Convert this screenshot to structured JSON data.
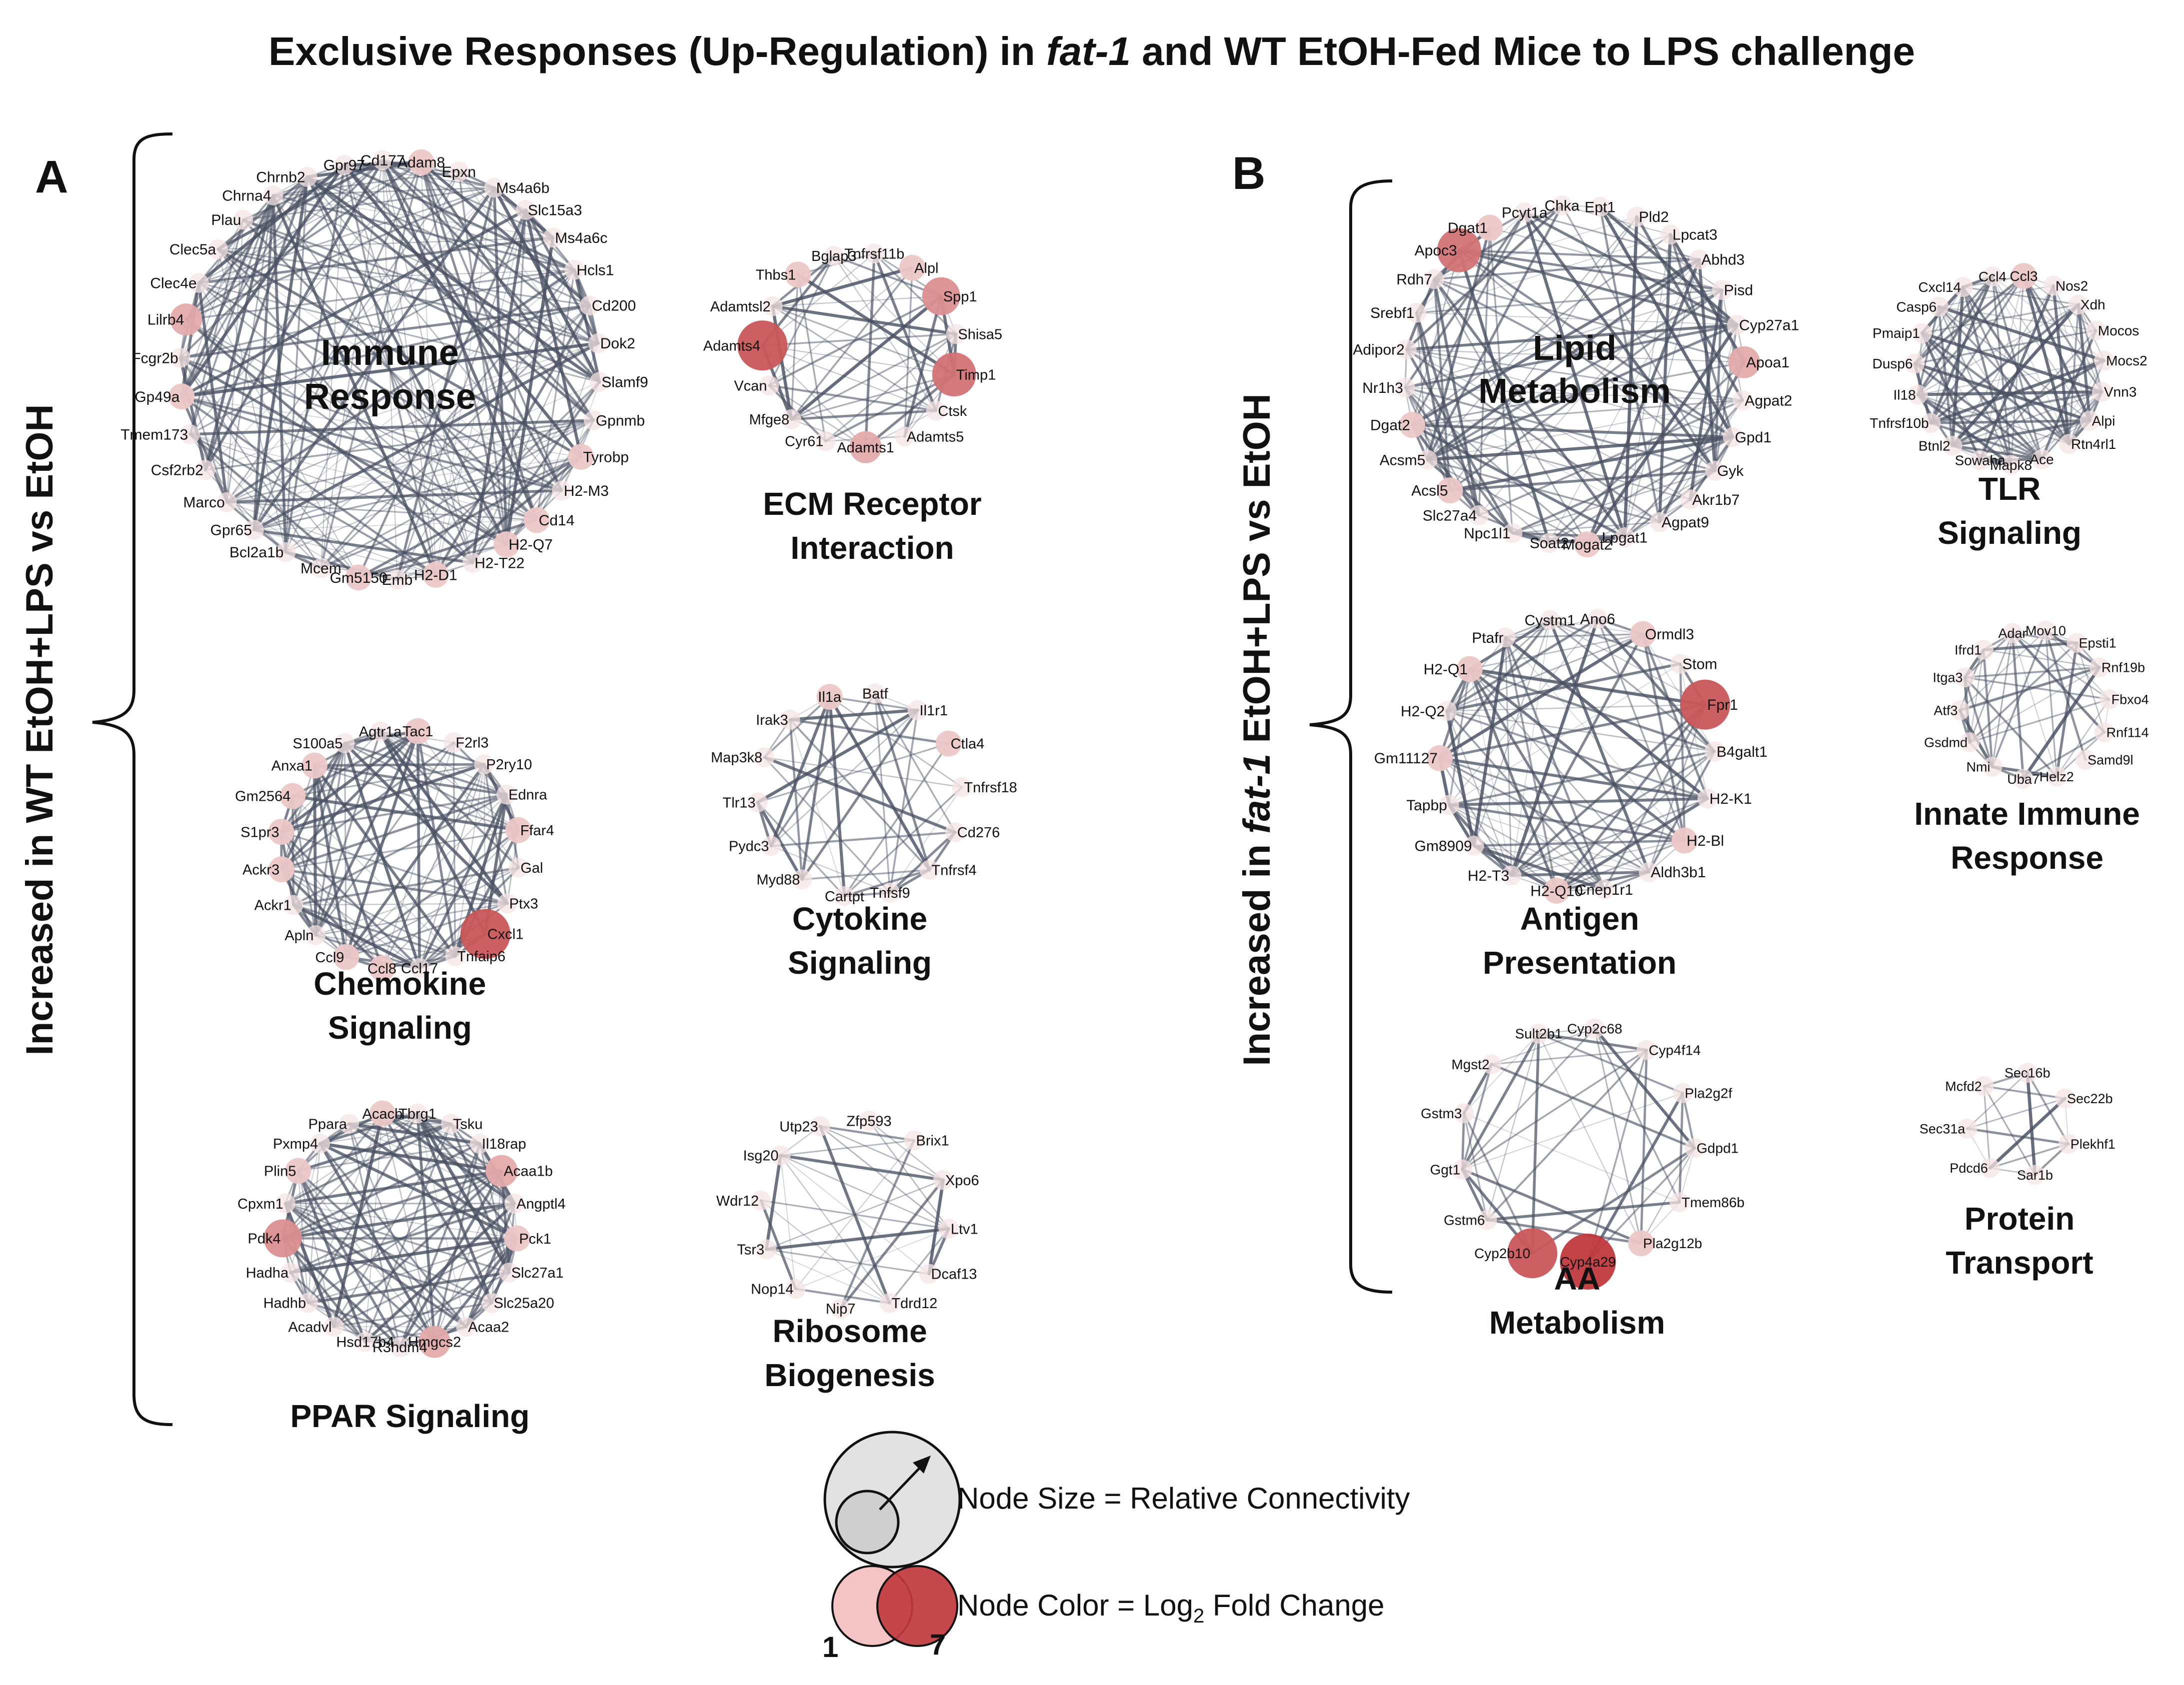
{
  "title": {
    "before": "Exclusive Responses (Up-Regulation) in ",
    "italic": "fat-1",
    "after": " and WT EtOH-Fed Mice to LPS challenge"
  },
  "panels": {
    "A": {
      "letter": "A",
      "side_label": "Increased in WT EtOH+LPS vs EtOH"
    },
    "B": {
      "letter": "B",
      "side_label_before": "Increased in ",
      "side_label_italic": "fat-1",
      "side_label_after": " EtOH+LPS vs EtOH"
    }
  },
  "colors": {
    "low": "#f5e0e0",
    "high": "#c0393d",
    "edge": "#4a5163",
    "legend_gray": "#d9d9d9"
  },
  "networks": [
    {
      "title": [
        "Immune",
        "Response"
      ],
      "genes": [
        "Adam8",
        "Epxn",
        "Ms4a6b",
        "Slc15a3",
        "Ms4a6c",
        "Hcls1",
        "Cd200",
        "Dok2",
        "Slamf9",
        "Gpnmb",
        "Tyrobp",
        "H2-M3",
        "Cd14",
        "H2-Q7",
        "H2-T22",
        "H2-D1",
        "Emb",
        "Gm5150",
        "Mcem",
        "Bcl2a1b",
        "Gpr65",
        "Marco",
        "Csf2rb2",
        "Tmem173",
        "Gp49a",
        "Fcgr2b",
        "Lilrb4",
        "Clec4e",
        "Clec5a",
        "Plau",
        "Chrna4",
        "Chrnb2",
        "Gpr97",
        "Cd177"
      ],
      "fc": [
        2,
        1,
        1,
        1,
        1,
        1,
        1,
        1,
        1,
        1,
        2,
        1,
        2,
        2,
        1,
        2,
        1,
        2,
        1,
        1,
        1,
        1,
        1,
        1,
        2,
        1,
        3,
        1,
        1,
        1,
        1,
        1,
        1,
        1
      ]
    },
    {
      "title": [
        "ECM Receptor",
        "Interaction"
      ],
      "genes": [
        "Tnfrsf11b",
        "Alpl",
        "Spp1",
        "Shisa5",
        "Timp1",
        "Ctsk",
        "Adamts5",
        "Adamts1",
        "Cyr61",
        "Mfge8",
        "Vcan",
        "Adamts4",
        "Adamtsl2",
        "Thbs1",
        "Bglap3"
      ],
      "fc": [
        1,
        2,
        4,
        1,
        5,
        1,
        1,
        3,
        1,
        1,
        1,
        6,
        1,
        2,
        1
      ]
    },
    {
      "title": [
        "Chemokine",
        "Signaling"
      ],
      "genes": [
        "Tac1",
        "F2rl3",
        "P2ry10",
        "Ednra",
        "Ffar4",
        "Gal",
        "Ptx3",
        "Cxcl1",
        "Tnfaip6",
        "Ccl17",
        "Ccl8",
        "Ccl9",
        "Apln",
        "Ackr1",
        "Ackr3",
        "S1pr3",
        "Gm2564",
        "Anxa1",
        "S100a5",
        "Agtr1a"
      ],
      "fc": [
        2,
        1,
        1,
        1,
        2,
        1,
        1,
        6,
        1,
        1,
        2,
        2,
        1,
        1,
        2,
        2,
        2,
        2,
        1,
        1
      ]
    },
    {
      "title": [
        "Cytokine",
        "Signaling"
      ],
      "genes": [
        "Batf",
        "Il1r1",
        "Ctla4",
        "Tnfrsf18",
        "Cd276",
        "Tnfrsf4",
        "Tnfsf9",
        "Cartpt",
        "Myd88",
        "Pydc3",
        "Tlr13",
        "Map3k8",
        "Irak3",
        "Il1a"
      ],
      "fc": [
        1,
        1,
        2,
        1,
        1,
        1,
        1,
        1,
        1,
        1,
        1,
        1,
        1,
        2
      ]
    },
    {
      "title": [
        "PPAR Signaling"
      ],
      "genes": [
        "Tbrg1",
        "Tsku",
        "Il18rap",
        "Acaa1b",
        "Angptl4",
        "Pck1",
        "Slc27a1",
        "Slc25a20",
        "Acaa2",
        "Hmgcs2",
        "R3hdm4",
        "Hsd17b4",
        "Acadvl",
        "Hadhb",
        "Hadha",
        "Pdk4",
        "Cpxm1",
        "Plin5",
        "Pxmp4",
        "Ppara",
        "Acacb"
      ],
      "fc": [
        1,
        1,
        1,
        3,
        1,
        2,
        1,
        1,
        1,
        3,
        1,
        1,
        1,
        1,
        1,
        4,
        1,
        2,
        1,
        1,
        2
      ]
    },
    {
      "title": [
        "Ribosome",
        "Biogenesis"
      ],
      "genes": [
        "Zfp593",
        "Brix1",
        "Xpo6",
        "Ltv1",
        "Dcaf13",
        "Tdrd12",
        "Nip7",
        "Nop14",
        "Tsr3",
        "Wdr12",
        "Isg20",
        "Utp23"
      ],
      "fc": [
        1,
        1,
        1,
        1,
        1,
        1,
        1,
        1,
        1,
        1,
        1,
        1
      ]
    },
    {
      "title": [
        "Lipid",
        "Metabolism"
      ],
      "genes": [
        "Ept1",
        "Pld2",
        "Lpcat3",
        "Abhd3",
        "Pisd",
        "Cyp27a1",
        "Apoa1",
        "Agpat2",
        "Gpd1",
        "Gyk",
        "Akr1b7",
        "Agpat9",
        "Lpgat1",
        "Mogat2",
        "Soat2",
        "Npc1l1",
        "Slc27a4",
        "Acsl5",
        "Acsm5",
        "Dgat2",
        "Nr1h3",
        "Adipor2",
        "Srebf1",
        "Rdh7",
        "Apoc3",
        "Dgat1",
        "Pcyt1a",
        "Chka"
      ],
      "fc": [
        1,
        1,
        1,
        1,
        1,
        1,
        3,
        1,
        1,
        1,
        1,
        1,
        1,
        2,
        1,
        1,
        1,
        2,
        1,
        2,
        1,
        1,
        1,
        1,
        5,
        2,
        1,
        1
      ]
    },
    {
      "title": [
        "TLR",
        "Signaling"
      ],
      "genes": [
        "Ccl3",
        "Nos2",
        "Xdh",
        "Mocos",
        "Mocs2",
        "Vnn3",
        "Alpi",
        "Rtn4rl1",
        "Ace",
        "Mapk8",
        "Sowaha",
        "Btnl2",
        "Tnfrsf10b",
        "Il18",
        "Dusp6",
        "Pmaip1",
        "Casp6",
        "Cxcl14",
        "Ccl4"
      ],
      "fc": [
        2,
        1,
        1,
        1,
        1,
        1,
        1,
        1,
        1,
        1,
        1,
        1,
        1,
        1,
        1,
        1,
        1,
        1,
        1
      ]
    },
    {
      "title": [
        "Antigen",
        "Presentation"
      ],
      "genes": [
        "Ano6",
        "Ormdl3",
        "Stom",
        "Fpr1",
        "B4galt1",
        "H2-K1",
        "H2-Bl",
        "Aldh3b1",
        "Cnep1r1",
        "H2-Q10",
        "H2-T3",
        "Gm8909",
        "Tapbp",
        "Gm11127",
        "H2-Q2",
        "H2-Q1",
        "Ptafr",
        "Cystm1"
      ],
      "fc": [
        1,
        2,
        1,
        6,
        1,
        1,
        2,
        1,
        1,
        2,
        1,
        1,
        1,
        2,
        1,
        2,
        1,
        1
      ]
    },
    {
      "title": [
        "Innate Immune",
        "Response"
      ],
      "genes": [
        "Mov10",
        "Epsti1",
        "Rnf19b",
        "Fbxo4",
        "Rnf114",
        "Samd9l",
        "Helz2",
        "Uba7",
        "Nmi",
        "Gsdmd",
        "Atf3",
        "Itga3",
        "Ifrd1",
        "Adar"
      ],
      "fc": [
        1,
        1,
        1,
        1,
        1,
        1,
        1,
        1,
        1,
        1,
        1,
        1,
        1,
        1
      ]
    },
    {
      "title": [
        "AA",
        "Metabolism"
      ],
      "genes": [
        "Cyp2c68",
        "Cyp4f14",
        "Pla2g2f",
        "Gdpd1",
        "Tmem86b",
        "Pla2g12b",
        "Cyp4a29",
        "Cyp2b10",
        "Gstm6",
        "Ggt1",
        "Gstm3",
        "Mgst2",
        "Sult2b1"
      ],
      "fc": [
        1,
        1,
        1,
        1,
        1,
        2,
        7,
        6,
        1,
        1,
        1,
        1,
        1
      ]
    },
    {
      "title": [
        "Protein",
        "Transport"
      ],
      "genes": [
        "Sec16b",
        "Sec22b",
        "Plekhf1",
        "Sar1b",
        "Pdcd6",
        "Sec31a",
        "Mcfd2"
      ],
      "fc": [
        1,
        1,
        1,
        1,
        1,
        1,
        1
      ]
    }
  ],
  "legend": {
    "size_text": "Node Size = Relative Connectivity",
    "color_text_before": "Node Color = Log",
    "color_text_sub": "2",
    "color_text_after": " Fold Change",
    "low_value": "1",
    "high_value": "7"
  }
}
